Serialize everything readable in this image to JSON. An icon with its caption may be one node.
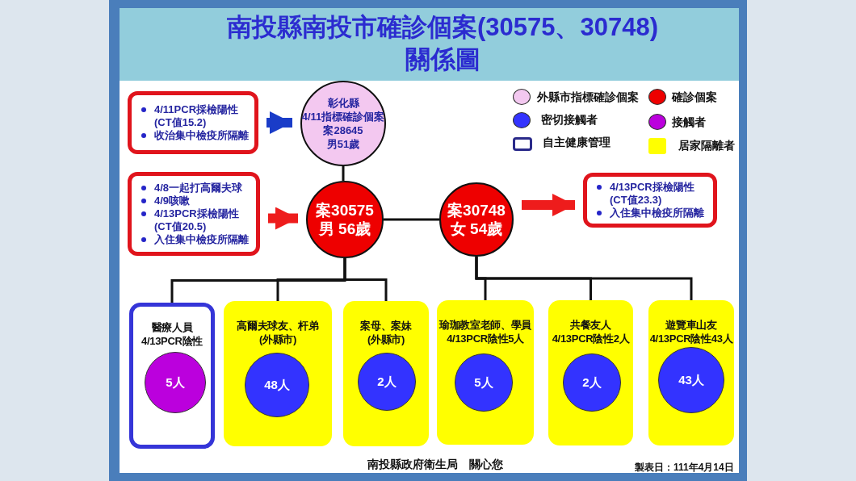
{
  "diagram": {
    "title": "南投縣南投市確診個案(30575、30748)關係圖",
    "nodes": [
      {
        "text": [
          "4/11PCR採檢陽性 (CT值15.2)",
          "收治集中檢疫所隔離"
        ]
      },
      {
        "text": [
          "彰化縣",
          "4/11指標確診個案",
          "案28645",
          "男51歲"
        ]
      },
      {
        "text": [
          "4/8一起打高爾夫球",
          "4/9咳嗽",
          "4/13PCR採檢陽性 (CT值20.5)",
          "入住集中檢疫所隔離"
        ]
      },
      {
        "text": [
          "案30575",
          "男 56歲"
        ]
      },
      {
        "text": [
          "案30748",
          "女 54歲"
        ]
      },
      {
        "text": [
          "4/13PCR採檢陽性 (CT值23.3)",
          "入住集中檢疫所隔離"
        ]
      },
      {
        "text": [
          "醫療人員",
          "4/13PCR陰性"
        ]
      },
      {
        "text": [
          "5人"
        ],
        "in": 6
      },
      {
        "text": [
          "高爾夫球友、杆弟",
          "(外縣市)"
        ]
      },
      {
        "text": [
          "48人"
        ],
        "in": 8
      },
      {
        "text": [
          "案母、案妹",
          "(外縣市)"
        ]
      },
      {
        "text": [
          "2人"
        ],
        "in": 10
      },
      {
        "text": [
          "瑜珈教室老師、學員",
          "4/13PCR陰性5人"
        ]
      },
      {
        "text": [
          "5人"
        ],
        "in": 12
      },
      {
        "text": [
          "共餐友人",
          "4/13PCR陰性2人"
        ]
      },
      {
        "text": [
          "2人"
        ],
        "in": 14
      },
      {
        "text": [
          "遊覽車山友",
          "4/13PCR陰性43人"
        ]
      },
      {
        "text": [
          "43人"
        ],
        "in": 16
      }
    ],
    "edges": [
      {
        "from": 0,
        "to": 1,
        "arrow": "to",
        "style": "thick",
        "color": "#1a3cc8"
      },
      {
        "from": 2,
        "to": 3,
        "arrow": "to",
        "style": "thick",
        "color": "#ee1c1c"
      },
      {
        "from": 4,
        "to": 5,
        "arrow": "to",
        "style": "thick",
        "color": "#ee1c1c"
      },
      {
        "from": 1,
        "to": 3,
        "arrow": "none"
      },
      {
        "from": 3,
        "to": 4,
        "arrow": "none"
      },
      {
        "from": 3,
        "to": 6,
        "arrow": "none"
      },
      {
        "from": 3,
        "to": 8,
        "arrow": "none"
      },
      {
        "from": 3,
        "to": 10,
        "arrow": "none"
      },
      {
        "from": 4,
        "to": 12,
        "arrow": "none"
      },
      {
        "from": 4,
        "to": 14,
        "arrow": "none"
      },
      {
        "from": 4,
        "to": 16,
        "arrow": "none"
      }
    ],
    "labels": [
      "南投縣政府衛生局　關心您",
      "製表日：111年4月14日"
    ],
    "legend": [
      {
        "text": "外縣市指標確診個案",
        "color": "#f3c8f0"
      },
      {
        "text": "確診個案",
        "color": "#ee0000"
      },
      {
        "text": "密切接觸者",
        "color": "#3333ff"
      },
      {
        "text": "接觸者",
        "color": "#bb00dd"
      },
      {
        "text": "自主健康管理"
      },
      {
        "text": "居家隔離者",
        "color": "#ffff00"
      }
    ]
  }
}
